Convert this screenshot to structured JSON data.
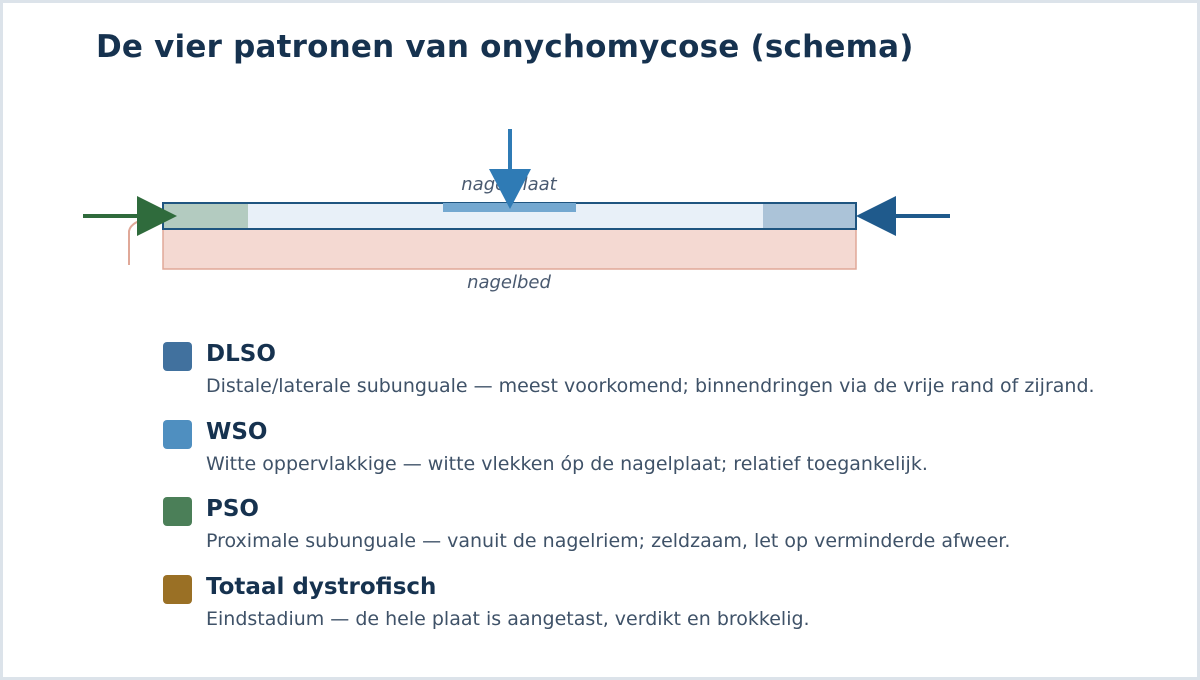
{
  "title": "De vier patronen van onychomycose (schema)",
  "diagram": {
    "labels": {
      "nail_plate": "nagelplaat",
      "nail_bed": "nagelbed"
    },
    "colors": {
      "plate_fill": "#e8f0f8",
      "plate_border": "#1f5580",
      "bed_fill": "#f4d9d2",
      "bed_border": "#e0a898",
      "proximal_zone": "#b3cbc0",
      "lateral_zone": "#abc3d8",
      "surface_patch": "#74a8d0",
      "arrow_proximal": "#2f6b3c",
      "arrow_surface": "#2f7bb5",
      "arrow_distal": "#1f5a8c"
    }
  },
  "legend": [
    {
      "name": "DLSO",
      "description": "Distale/laterale subunguale — meest voorkomend; binnendringen via de vrije rand of zijrand.",
      "color": "#41719e"
    },
    {
      "name": "WSO",
      "description": "Witte oppervlakkige — witte vlekken óp de nagelplaat; relatief toegankelijk.",
      "color": "#4f8fc0"
    },
    {
      "name": "PSO",
      "description": "Proximale subunguale — vanuit de nagelriem; zeldzaam, let op verminderde afweer.",
      "color": "#4b7f58"
    },
    {
      "name": "Totaal dystrofisch",
      "description": "Eindstadium — de hele plaat is aangetast, verdikt en brokkelig.",
      "color": "#9a7025"
    }
  ]
}
